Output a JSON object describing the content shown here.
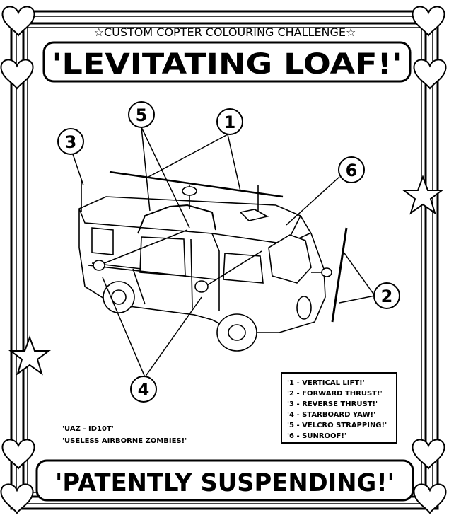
{
  "header": {
    "subtitle": "☆CUSTOM COPTER COLOURING CHALLENGE☆",
    "title": "'LEVITATING LOAF!'"
  },
  "callouts": [
    "1",
    "2",
    "3",
    "4",
    "5",
    "6"
  ],
  "vehicle_caption": {
    "line1": "'UAZ - ID10T'",
    "line2": "'USELESS AIRBORNE ZOMBIES!'"
  },
  "legend": [
    "'1 - VERTICAL LIFT!'",
    "'2 - FORWARD THRUST!'",
    "'3 - REVERSE THRUST!'",
    "'4 - STARBOARD YAW!'",
    "'5 - VELCRO STRAPPING!'",
    "'6 - SUNROOF!'"
  ],
  "footer": {
    "title": "'PATENTLY SUSPENDING!'"
  }
}
